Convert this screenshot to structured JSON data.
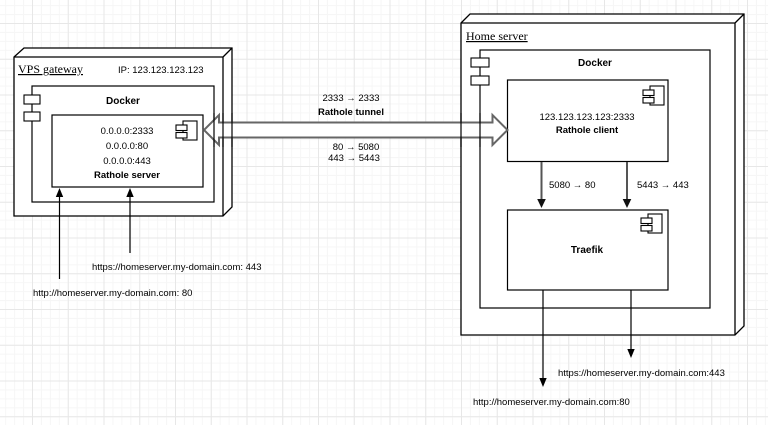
{
  "diagram": {
    "vps": {
      "title": "VPS gateway",
      "ip": "IP: 123.123.123.123",
      "docker": "Docker",
      "rathole_server": {
        "bind_1": "0.0.0.0:2333",
        "bind_2": "0.0.0.0:80",
        "bind_3": "0.0.0.0:443",
        "name": "Rathole server"
      },
      "incoming_urls": {
        "https": "https://homeserver.my-domain.com: 443",
        "http": "http://homeserver.my-domain.com: 80"
      }
    },
    "tunnel": {
      "top_mapping": "2333 → 2333",
      "name": "Rathole tunnel",
      "mapping_http": "80 → 5080",
      "mapping_https": "443 → 5443"
    },
    "home": {
      "title": "Home server",
      "docker": "Docker",
      "rathole_client": {
        "server_address": "123.123.123.123:2333",
        "name": "Rathole client"
      },
      "forward_http": "5080 → 80",
      "forward_https": "5443 → 443",
      "traefik": "Traefik",
      "outgoing_urls": {
        "https": "https://homeserver.my-domain.com:443",
        "http": "http://homeserver.my-domain.com:80"
      }
    }
  }
}
